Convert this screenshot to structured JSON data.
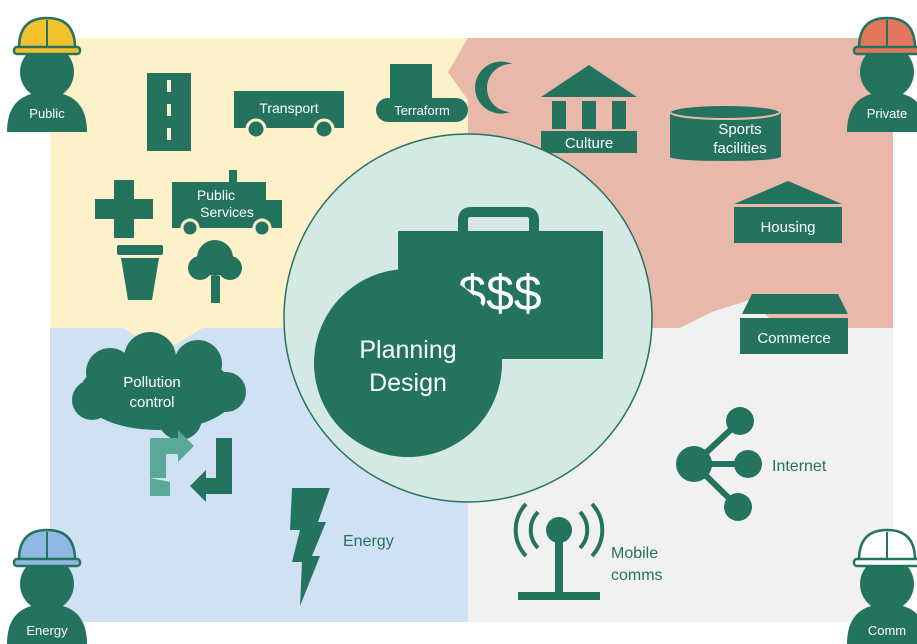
{
  "colors": {
    "teal": "#23735f",
    "teal_light": "#5aa898",
    "public_bg": "#fdf1c9",
    "private_bg": "#e8b9ab",
    "energy_bg": "#cfe1f3",
    "comm_bg": "#f1f1f1",
    "center_circle": "#d4e8e4",
    "helmet_public": "#f2c12e",
    "helmet_private": "#e2775e",
    "helmet_energy": "#8fb8e3",
    "helmet_comm": "#ffffff"
  },
  "roles": {
    "public": "Public",
    "private": "Private",
    "energy": "Energy",
    "comm": "Comm"
  },
  "public_quadrant": {
    "transport": "Transport",
    "terraform": "Terraform",
    "public_services_line1": "Public",
    "public_services_line2": "Services"
  },
  "private_quadrant": {
    "culture": "Culture",
    "sports_line1": "Sports",
    "sports_line2": "facilities",
    "housing": "Housing",
    "commerce": "Commerce"
  },
  "energy_quadrant": {
    "pollution_line1": "Pollution",
    "pollution_line2": "control",
    "energy": "Energy"
  },
  "comm_quadrant": {
    "internet": "Internet",
    "mobile_line1": "Mobile",
    "mobile_line2": "comms"
  },
  "center": {
    "money": "$$$",
    "planning_line1": "Planning",
    "planning_line2": "Design"
  }
}
